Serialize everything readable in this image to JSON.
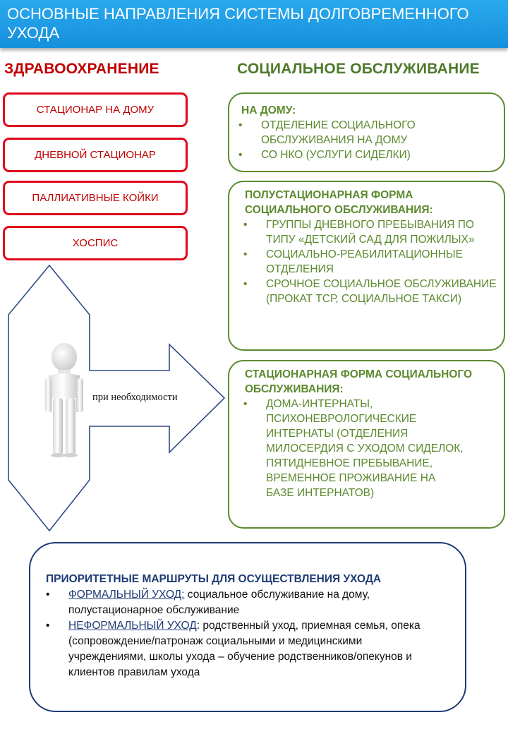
{
  "title": "ОСНОВНЫЕ НАПРАВЛЕНИЯ СИСТЕМЫ ДОЛГОВРЕМЕННОГО УХОДА",
  "health": {
    "heading": "ЗДРАВООХРАНЕНИЕ",
    "items": [
      "СТАЦИОНАР НА ДОМУ",
      "ДНЕВНОЙ СТАЦИОНАР",
      "ПАЛЛИАТИВНЫЕ КОЙКИ",
      "ХОСПИС"
    ]
  },
  "social": {
    "heading": "СОЦИАЛЬНОЕ ОБСЛУЖИВАНИЕ",
    "home": {
      "title": "НА ДОМУ:",
      "items": [
        "ОТДЕЛЕНИЕ СОЦИАЛЬНОГО ОБСЛУЖИВАНИЯ НА ДОМУ",
        "СО НКО (УСЛУГИ СИДЕЛКИ)"
      ]
    },
    "semi": {
      "title": "ПОЛУСТАЦИОНАРНАЯ ФОРМА СОЦИАЛЬНОГО ОБСЛУЖИВАНИЯ:",
      "items": [
        "ГРУППЫ ДНЕВНОГО ПРЕБЫВАНИЯ ПО ТИПУ «ДЕТСКИЙ САД ДЛЯ ПОЖИЛЫХ»",
        "СОЦИАЛЬНО-РЕАБИЛИТАЦИОННЫЕ ОТДЕЛЕНИЯ",
        "СРОЧНОЕ СОЦИАЛЬНОЕ ОБСЛУЖИВАНИЕ (ПРОКАТ ТСР, СОЦИАЛЬНОЕ ТАКСИ)"
      ]
    },
    "inpatient": {
      "title": "СТАЦИОНАРНАЯ ФОРМА СОЦИАЛЬНОГО ОБСЛУЖИВАНИЯ:",
      "items": [
        "ДОМА-ИНТЕРНАТЫ, ПСИХОНЕВРОЛОГИЧЕСКИЕ ИНТЕРНАТЫ (ОТДЕЛЕНИЯ МИЛОСЕРДИЯ С УХОДОМ СИДЕЛОК, ПЯТИДНЕВНОЕ ПРЕБЫВАНИЕ, ВРЕМЕННОЕ ПРОЖИВАНИЕ НА БАЗЕ ИНТЕРНАТОВ)"
      ]
    }
  },
  "arrow_label": "при необходимости",
  "priority": {
    "title": "ПРИОРИТЕТНЫЕ МАРШРУТЫ ДЛЯ ОСУЩЕСТВЛЕНИЯ УХОДА",
    "items": [
      {
        "label": "ФОРМАЛЬНЫЙ УХОД:",
        "text": " социальное обслуживание на дому, полустационарное обслуживание"
      },
      {
        "label": "НЕФОРМАЛЬНЫЙ УХОД",
        "text": ": родственный уход, приемная семья, опека (сопровождение/патронаж социальными и медицинскими учреждениями, школы ухода – обучение родственников/опекунов и клиентов правилам ухода"
      }
    ]
  },
  "colors": {
    "title_bg": "#1a9be6",
    "health": "#c00000",
    "health_border": "#e0081c",
    "social": "#5c8a2e",
    "arrow_stroke": "#2e4a86",
    "priority_border": "#1f3b73"
  }
}
